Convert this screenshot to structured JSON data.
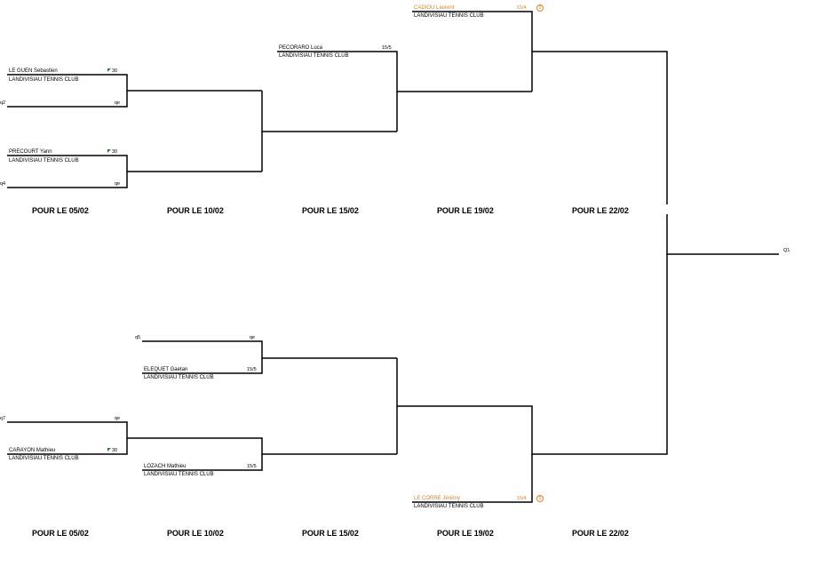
{
  "colors": {
    "line": "#000000",
    "orange": "#d9822b",
    "flag": "#2e7d32"
  },
  "headers_top": [
    "POUR LE 05/02",
    "POUR LE 10/02",
    "POUR LE 15/02",
    "POUR LE 19/02",
    "POUR LE 22/02"
  ],
  "headers_bottom": [
    "POUR LE 05/02",
    "POUR LE 10/02",
    "POUR LE 15/02",
    "POUR LE 19/02",
    "POUR LE 22/02"
  ],
  "players": {
    "le_guen": {
      "name": "LE GUEN Sebastien",
      "club": "LANDIVISIAU TENNIS CLUB",
      "rank": "30"
    },
    "q2_slot": {
      "q": "q2",
      "rank": "qe"
    },
    "precourt": {
      "name": "PRECOURT Yann",
      "club": "LANDIVISIAU TENNIS CLUB",
      "rank": "30"
    },
    "q4_slot": {
      "q": "q4",
      "rank": "qe"
    },
    "pecoraro": {
      "name": "PECORARO Luca",
      "club": "LANDIVISIAU TENNIS CLUB",
      "rank": "15/5"
    },
    "cadiou": {
      "name": "CADIOU Laurent",
      "club": "LANDIVISIAU TENNIS CLUB",
      "rank": "15/4",
      "seed": "2"
    },
    "q5_slot": {
      "q": "q5",
      "rank": "qe"
    },
    "elequet": {
      "name": "ELEQUET Gaetan",
      "club": "LANDIVISIAU TENNIS CLUB",
      "rank": "15/5"
    },
    "q7_slot": {
      "q": "q7",
      "rank": "qe"
    },
    "carayon": {
      "name": "CARAYON Mathieu",
      "club": "LANDIVISIAU TENNIS CLUB",
      "rank": "30"
    },
    "lozach": {
      "name": "LOZACH Mathieu",
      "club": "LANDIVISIAU TENNIS CLUB",
      "rank": "15/5"
    },
    "le_corre": {
      "name": "LE CORRE Jérémy",
      "club": "LANDIVISIAU TENNIS CLUB",
      "rank": "15/4",
      "seed": "5"
    }
  },
  "final_label": "Q1"
}
